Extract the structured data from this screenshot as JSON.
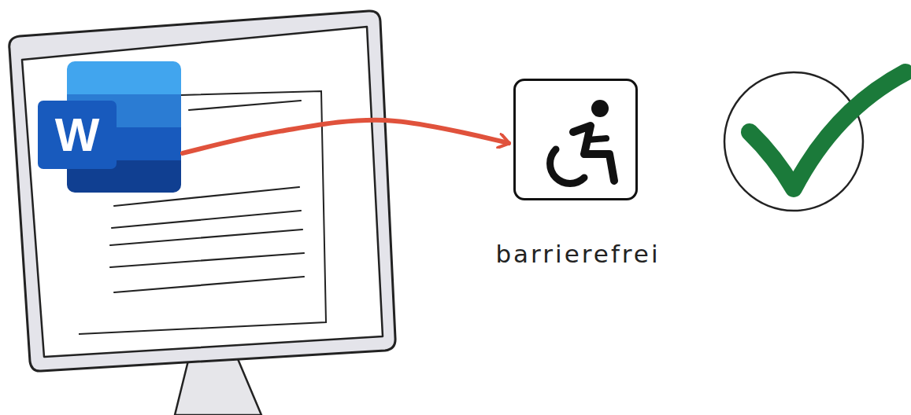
{
  "diagram": {
    "nodes": [
      {
        "text": [
          "W"
        ]
      },
      {
        "text": [
          "barrierefrei"
        ]
      }
    ],
    "edges": [
      {
        "from": 0,
        "to": 1,
        "arrow": "to"
      }
    ]
  }
}
